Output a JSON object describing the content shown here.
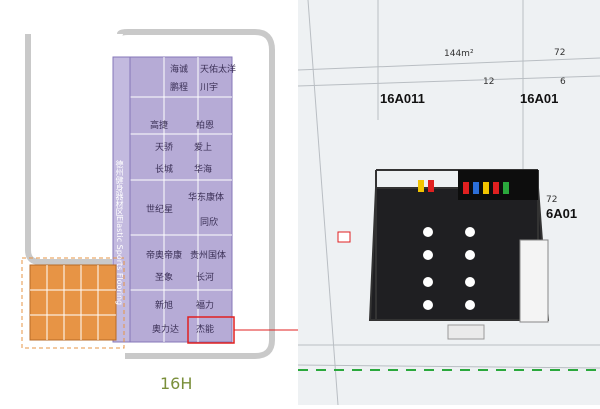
{
  "hall": {
    "name": "16H"
  },
  "vertical_label": "德州健身器材区Elastic Sports Flooring",
  "booths_left": [
    {
      "text": "海诚"
    },
    {
      "text": "天佑"
    },
    {
      "text": "太洋"
    },
    {
      "text": "鹏程"
    },
    {
      "text": "川宇"
    },
    {
      "text": "高捷"
    },
    {
      "text": "柏恩"
    },
    {
      "text": "天骄"
    },
    {
      "text": "爱上"
    },
    {
      "text": "长城"
    },
    {
      "text": "华海"
    },
    {
      "text": "世纪星"
    },
    {
      "text": "华东康体"
    },
    {
      "text": "同欣"
    },
    {
      "text": "帝奥帝康"
    },
    {
      "text": "贵州国体"
    },
    {
      "text": "圣象"
    },
    {
      "text": "长河"
    },
    {
      "text": "新旭"
    },
    {
      "text": "福力"
    },
    {
      "text": "奥力达"
    },
    {
      "text": "杰能"
    }
  ],
  "area_label": "144m²",
  "booth_codes": {
    "a": "16A011",
    "b": "16A01",
    "c": "6A01"
  },
  "dimensions": {
    "d12": "12",
    "d6": "6",
    "d72": "72"
  },
  "colors": {
    "accent": "#9e8fc4",
    "orange": "#e79445",
    "highlight": "#e02020"
  }
}
